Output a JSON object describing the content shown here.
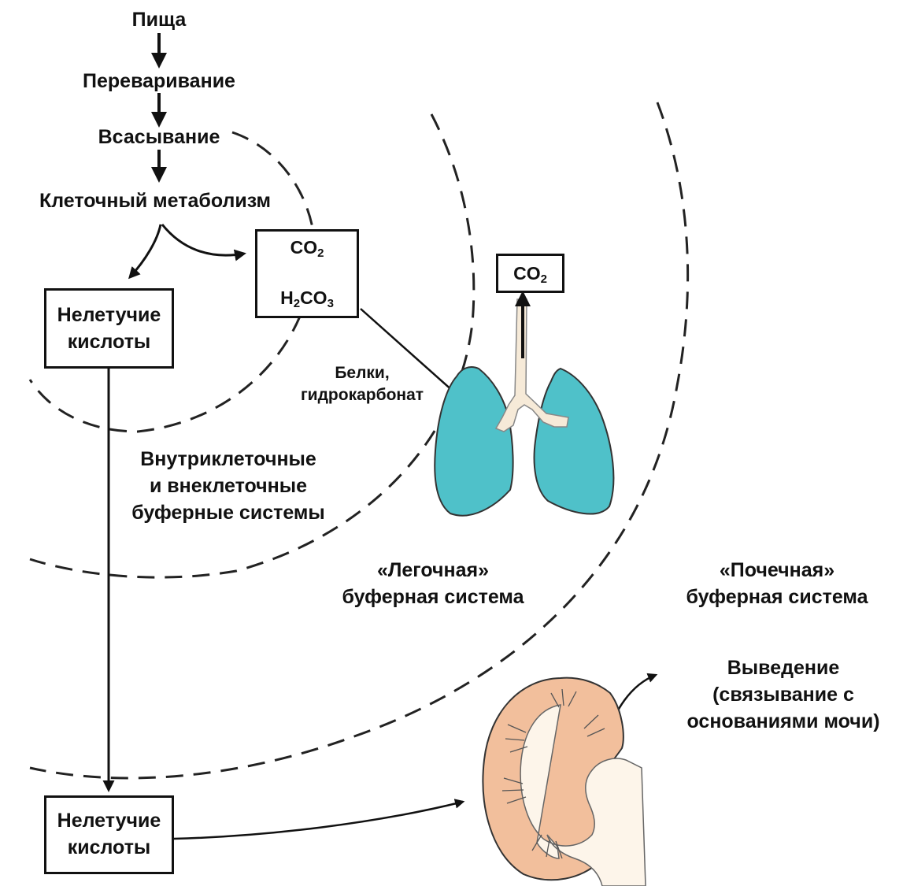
{
  "chain": {
    "food": "Пища",
    "digestion": "Переваривание",
    "absorption": "Всасывание",
    "metabolism": "Клеточный метаболизм"
  },
  "box_acids_top": {
    "line1": "Нелетучие",
    "line2": "кислоты"
  },
  "box_co2_inner": {
    "co2": "CO",
    "co2_sub": "2",
    "h": "H",
    "h_sub": "2",
    "co": "CO",
    "co_sub": "3"
  },
  "box_co2_lung": {
    "co2": "CO",
    "co2_sub": "2"
  },
  "proteins": {
    "line1": "Белки,",
    "line2": "гидрокарбонат"
  },
  "buffer_intra": {
    "line1": "Внутриклеточные",
    "line2": "и внеклеточные",
    "line3": "буферные системы"
  },
  "buffer_lung": {
    "line1": "«Легочная»",
    "line2": "буферная система"
  },
  "buffer_kidney": {
    "line1": "«Почечная»",
    "line2": "буферная система"
  },
  "excretion": {
    "line1": "Выведение",
    "line2": "(связывание с",
    "line3": "основаниями мочи)"
  },
  "box_acids_bottom": {
    "line1": "Нелетучие",
    "line2": "кислоты"
  },
  "colors": {
    "lung": "#4fc1c9",
    "trachea": "#f6ead8",
    "kidney_cortex": "#f2bf9c",
    "kidney_medulla": "#fdf5ea",
    "ink": "#111111"
  },
  "icons": [
    "lungs-icon",
    "kidney-icon"
  ]
}
